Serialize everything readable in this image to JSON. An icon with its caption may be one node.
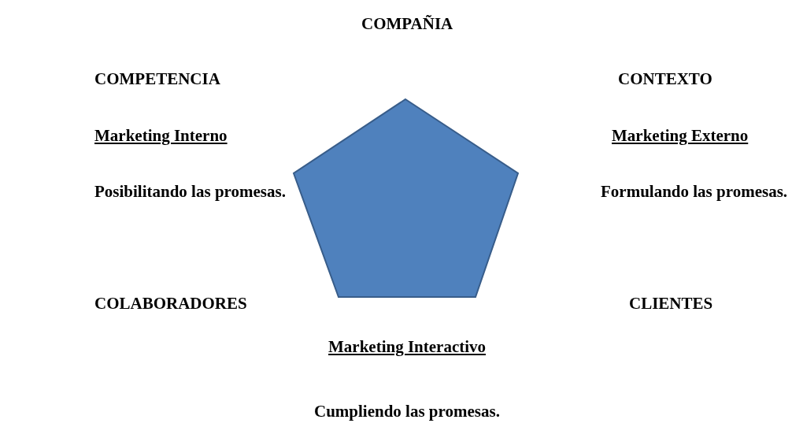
{
  "diagram": {
    "nodes": [
      {
        "text": [],
        "shape": "pentagon"
      }
    ],
    "labels": [
      "COMPAÑIA",
      "COMPETENCIA",
      "CONTEXTO",
      "Marketing Interno",
      "Marketing Externo",
      "Posibilitando las promesas.",
      "Formulando las promesas.",
      "COLABORADORES",
      "CLIENTES",
      "Marketing Interactivo",
      "Cumpliendo las promesas."
    ]
  }
}
